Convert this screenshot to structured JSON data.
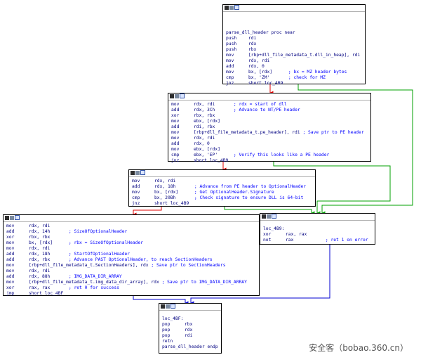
{
  "colors": {
    "edge_true": "#00a000",
    "edge_false": "#e00000",
    "edge_uncond": "#0000d0",
    "code_text": "#000080",
    "comment_text": "#0000ff",
    "number_text": "#008000"
  },
  "blocks": [
    {
      "id": "b0",
      "lines": [
        {
          "t": "label",
          "text": "parse_dll_header proc near"
        },
        {
          "t": "ins",
          "mn": "push",
          "op": "rdi",
          "cm": ""
        },
        {
          "t": "ins",
          "mn": "push",
          "op": "rdx",
          "cm": ""
        },
        {
          "t": "ins",
          "mn": "push",
          "op": "rbx",
          "cm": ""
        },
        {
          "t": "ins",
          "mn": "mov",
          "op": "[rbp+dll_file_metadata_t.dll_in_heap], rdi",
          "cm": ""
        },
        {
          "t": "ins",
          "mn": "mov",
          "op": "rdx, rdi",
          "cm": ""
        },
        {
          "t": "ins",
          "mn": "add",
          "op": "rdx, 0",
          "cm": ""
        },
        {
          "t": "ins",
          "mn": "mov",
          "op": "bx, [rdx]      ",
          "cm": "; bx = MZ header bytes"
        },
        {
          "t": "ins",
          "mn": "cmp",
          "op": "bx, 'ZM'       ",
          "cm": "; check for MZ"
        },
        {
          "t": "ins",
          "mn": "jnz",
          "op": "short loc_4B9",
          "cm": ""
        }
      ]
    },
    {
      "id": "b1",
      "lines": [
        {
          "t": "ins",
          "mn": "mov",
          "op": "rdx, rdi       ",
          "cm": "; rdx = start of dll"
        },
        {
          "t": "ins",
          "mn": "add",
          "op": "rdx, 3Ch       ",
          "cm": "; Advance to NT/PE header"
        },
        {
          "t": "ins",
          "mn": "xor",
          "op": "rbx, rbx",
          "cm": ""
        },
        {
          "t": "ins",
          "mn": "mov",
          "op": "ebx, [rdx]",
          "cm": ""
        },
        {
          "t": "ins",
          "mn": "add",
          "op": "rdi, rbx",
          "cm": ""
        },
        {
          "t": "ins",
          "mn": "mov",
          "op": "[rbp+dll_file_metadata_t.pe_header], rdi ",
          "cm": "; Save ptr to PE header"
        },
        {
          "t": "ins",
          "mn": "mov",
          "op": "rdx, rdi",
          "cm": ""
        },
        {
          "t": "ins",
          "mn": "add",
          "op": "rdx, 0",
          "cm": ""
        },
        {
          "t": "ins",
          "mn": "mov",
          "op": "ebx, [rdx]",
          "cm": ""
        },
        {
          "t": "ins",
          "mn": "cmp",
          "op": "ebx, 'EP'      ",
          "cm": "; Verify this looks like a PE header"
        },
        {
          "t": "ins",
          "mn": "jnz",
          "op": "short loc_4B9",
          "cm": ""
        }
      ]
    },
    {
      "id": "b2",
      "lines": [
        {
          "t": "ins",
          "mn": "mov",
          "op": "rdx, rdi",
          "cm": ""
        },
        {
          "t": "ins",
          "mn": "add",
          "op": "rdx, 18h       ",
          "cm": "; Advance from PE header to OptionalHeader"
        },
        {
          "t": "ins",
          "mn": "mov",
          "op": "bx, [rdx]      ",
          "cm": "; Get OptionalHeader.Signature"
        },
        {
          "t": "ins",
          "mn": "cmp",
          "op": "bx, 20Bh       ",
          "cm": "; Check signature to ensure DLL is 64-bit"
        },
        {
          "t": "ins",
          "mn": "jnz",
          "op": "short loc_4B9",
          "cm": ""
        }
      ]
    },
    {
      "id": "b3",
      "lines": [
        {
          "t": "ins",
          "mn": "mov",
          "op": "rdx, rdi",
          "cm": ""
        },
        {
          "t": "ins",
          "mn": "add",
          "op": "rdx, 14h       ",
          "cm": "; SizeOfOptionalHeader"
        },
        {
          "t": "ins",
          "mn": "xor",
          "op": "rbx, rbx",
          "cm": ""
        },
        {
          "t": "ins",
          "mn": "mov",
          "op": "bx, [rdx]      ",
          "cm": "; rbx = SizeOfOptionalHeader"
        },
        {
          "t": "ins",
          "mn": "mov",
          "op": "rdx, rdi",
          "cm": ""
        },
        {
          "t": "ins",
          "mn": "add",
          "op": "rdx, 18h       ",
          "cm": "; StartOfOptionalHeader"
        },
        {
          "t": "ins",
          "mn": "add",
          "op": "rdx, rbx       ",
          "cm": "; Advance PAST OptionalHeader, to reach SectionHeaders"
        },
        {
          "t": "ins",
          "mn": "mov",
          "op": "[rbp+dll_file_metadata_t.SectionHeaders], rdx ",
          "cm": "; Save ptr to SectionHeaders"
        },
        {
          "t": "ins",
          "mn": "mov",
          "op": "rdx, rdi",
          "cm": ""
        },
        {
          "t": "ins",
          "mn": "add",
          "op": "rdx, 88h       ",
          "cm": "; IMG_DATA_DIR_ARRAY"
        },
        {
          "t": "ins",
          "mn": "mov",
          "op": "[rbp+dll_file_metadata_t.img_data_dir_array], rdx ",
          "cm": "; Save ptr to IMG_DATA_DIR_ARRAY"
        },
        {
          "t": "ins",
          "mn": "xor",
          "op": "rax, rax       ",
          "cm": "; ret 0 for success"
        },
        {
          "t": "ins",
          "mn": "jmp",
          "op": "short loc_4BF",
          "cm": ""
        }
      ]
    },
    {
      "id": "b4",
      "lines": [
        {
          "t": "label",
          "text": "loc_4B9:"
        },
        {
          "t": "ins",
          "mn": "xor",
          "op": "rax, rax",
          "cm": ""
        },
        {
          "t": "ins",
          "mn": "not",
          "op": "rax            ",
          "cm": "; ret 1 on error"
        }
      ]
    },
    {
      "id": "b5",
      "lines": [
        {
          "t": "label",
          "text": "loc_4BF:"
        },
        {
          "t": "ins",
          "mn": "pop",
          "op": "rbx",
          "cm": ""
        },
        {
          "t": "ins",
          "mn": "pop",
          "op": "rdx",
          "cm": ""
        },
        {
          "t": "ins",
          "mn": "pop",
          "op": "rdi",
          "cm": ""
        },
        {
          "t": "ins",
          "mn": "retn",
          "op": "",
          "cm": ""
        },
        {
          "t": "label",
          "text": "parse_dll_header endp"
        }
      ]
    }
  ],
  "watermark": "安全客（bobao.360.cn）"
}
